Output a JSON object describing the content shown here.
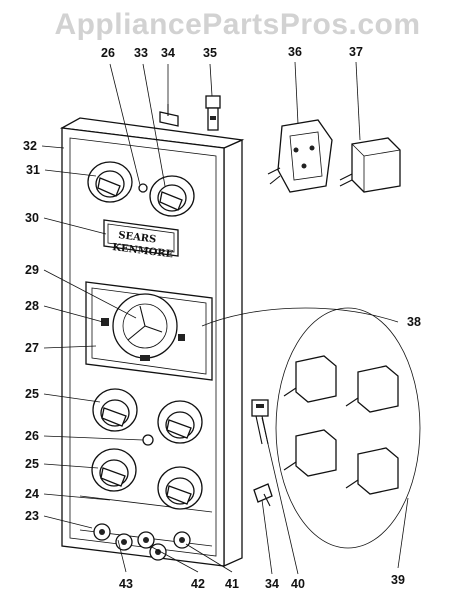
{
  "watermark": "AppliancePartsPros.com",
  "logo": {
    "line1": "SEARS",
    "line2": "KENMORE"
  },
  "callouts": [
    {
      "id": "c26a",
      "label": "26"
    },
    {
      "id": "c33",
      "label": "33"
    },
    {
      "id": "c34a",
      "label": "34"
    },
    {
      "id": "c35",
      "label": "35"
    },
    {
      "id": "c36",
      "label": "36"
    },
    {
      "id": "c37",
      "label": "37"
    },
    {
      "id": "c32",
      "label": "32"
    },
    {
      "id": "c31",
      "label": "31"
    },
    {
      "id": "c30",
      "label": "30"
    },
    {
      "id": "c29",
      "label": "29"
    },
    {
      "id": "c28",
      "label": "28"
    },
    {
      "id": "c38",
      "label": "38"
    },
    {
      "id": "c27",
      "label": "27"
    },
    {
      "id": "c25a",
      "label": "25"
    },
    {
      "id": "c26b",
      "label": "26"
    },
    {
      "id": "c25b",
      "label": "25"
    },
    {
      "id": "c24",
      "label": "24"
    },
    {
      "id": "c23",
      "label": "23"
    },
    {
      "id": "c43",
      "label": "43"
    },
    {
      "id": "c42",
      "label": "42"
    },
    {
      "id": "c41",
      "label": "41"
    },
    {
      "id": "c34b",
      "label": "34"
    },
    {
      "id": "c40",
      "label": "40"
    },
    {
      "id": "c39",
      "label": "39"
    }
  ]
}
